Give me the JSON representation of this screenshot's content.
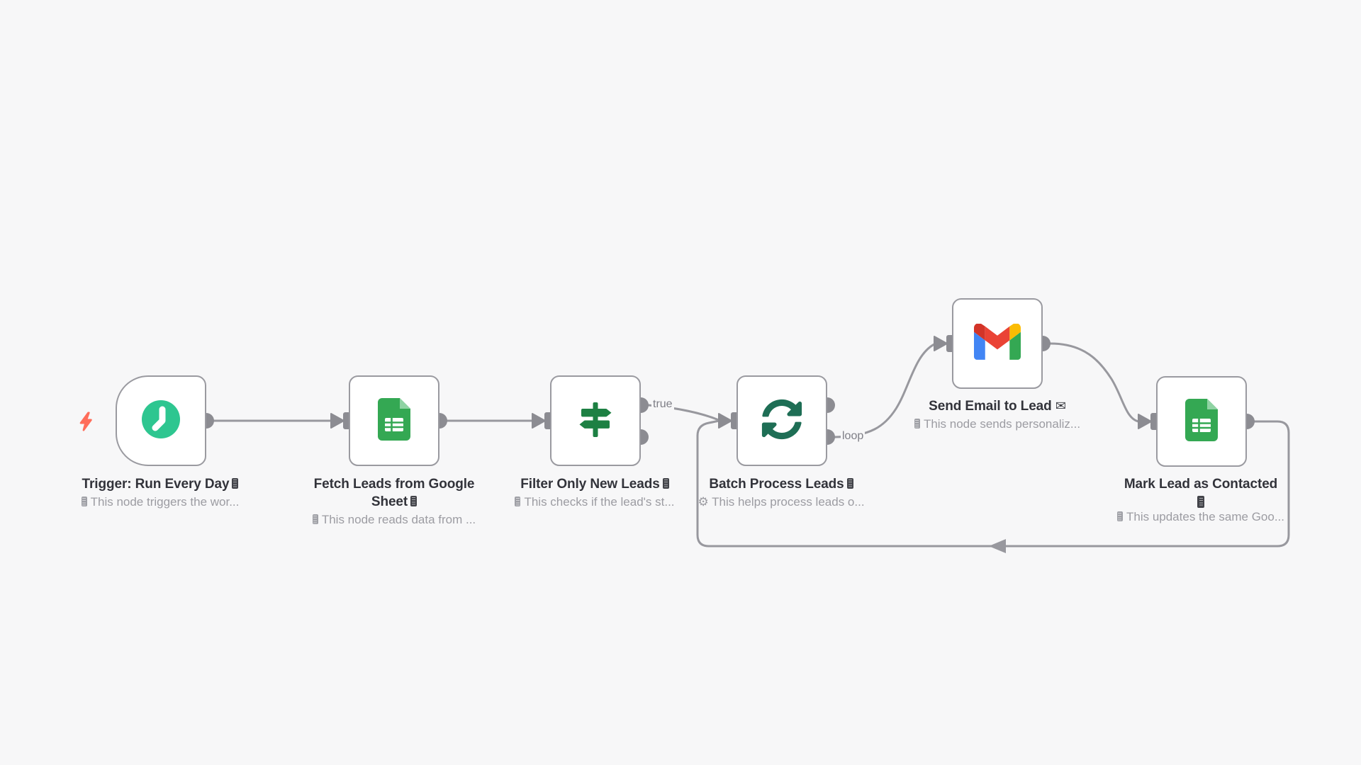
{
  "canvas": {
    "background": "#f7f7f8"
  },
  "nodes": [
    {
      "title": "Trigger: Run Every Day",
      "title_suffix": "missing-glyph-box",
      "subtitle": "This node triggers the wor...",
      "subtitle_prefix": "missing-glyph-box",
      "icon": "clock-icon",
      "icon_color": "#2ec690",
      "type": "schedule-trigger"
    },
    {
      "title": "Fetch Leads from Google Sheet",
      "title_suffix": "missing-glyph-box",
      "subtitle": "This node reads data from ...",
      "subtitle_prefix": "missing-glyph-box",
      "icon": "google-sheets-icon",
      "icon_color": "#34a853",
      "type": "google-sheets"
    },
    {
      "title": "Filter Only New Leads",
      "title_suffix": "missing-glyph-box",
      "subtitle": "This checks if the lead's st...",
      "subtitle_prefix": "missing-glyph-box",
      "icon": "signpost-icon",
      "icon_color": "#1d8043",
      "type": "switch",
      "output_label": "true"
    },
    {
      "title": "Batch Process Leads",
      "title_suffix": "missing-glyph-box",
      "subtitle": "This helps process leads o...",
      "subtitle_prefix_char": "⚙",
      "icon": "sync-loop-icon",
      "icon_color": "#1e6e55",
      "type": "split-in-batches",
      "output_label": "loop"
    },
    {
      "title": "Send Email to Lead",
      "title_suffix_char": "✉",
      "subtitle": "This node sends personaliz...",
      "subtitle_prefix": "missing-glyph-box",
      "icon": "gmail-icon",
      "icon_color": "#ea4335",
      "type": "gmail"
    },
    {
      "title": "Mark Lead as Contacted",
      "title_suffix": "missing-glyph-box",
      "subtitle": "This updates the same Goo...",
      "subtitle_prefix": "missing-glyph-box",
      "icon": "google-sheets-icon",
      "icon_color": "#34a853",
      "type": "google-sheets"
    }
  ],
  "connection_labels": {
    "true_output": "true",
    "loop_output": "loop"
  },
  "colors": {
    "canvas_bg": "#f7f7f8",
    "node_bg": "#ffffff",
    "node_border": "#9a9aa0",
    "wire": "#98989e",
    "port": "#8c8c92",
    "title_text": "#32333a",
    "subtitle_text": "#9c9ca2",
    "wire_label_text": "#7e7e86",
    "trigger_bolt": "#ff6d5a",
    "gmail_red": "#ea4335",
    "gmail_blue": "#4285f4",
    "gmail_green": "#34a853",
    "gmail_yellow": "#fbbc04",
    "sheets_green": "#34a853",
    "sheets_fold": "#8fd3a3"
  }
}
